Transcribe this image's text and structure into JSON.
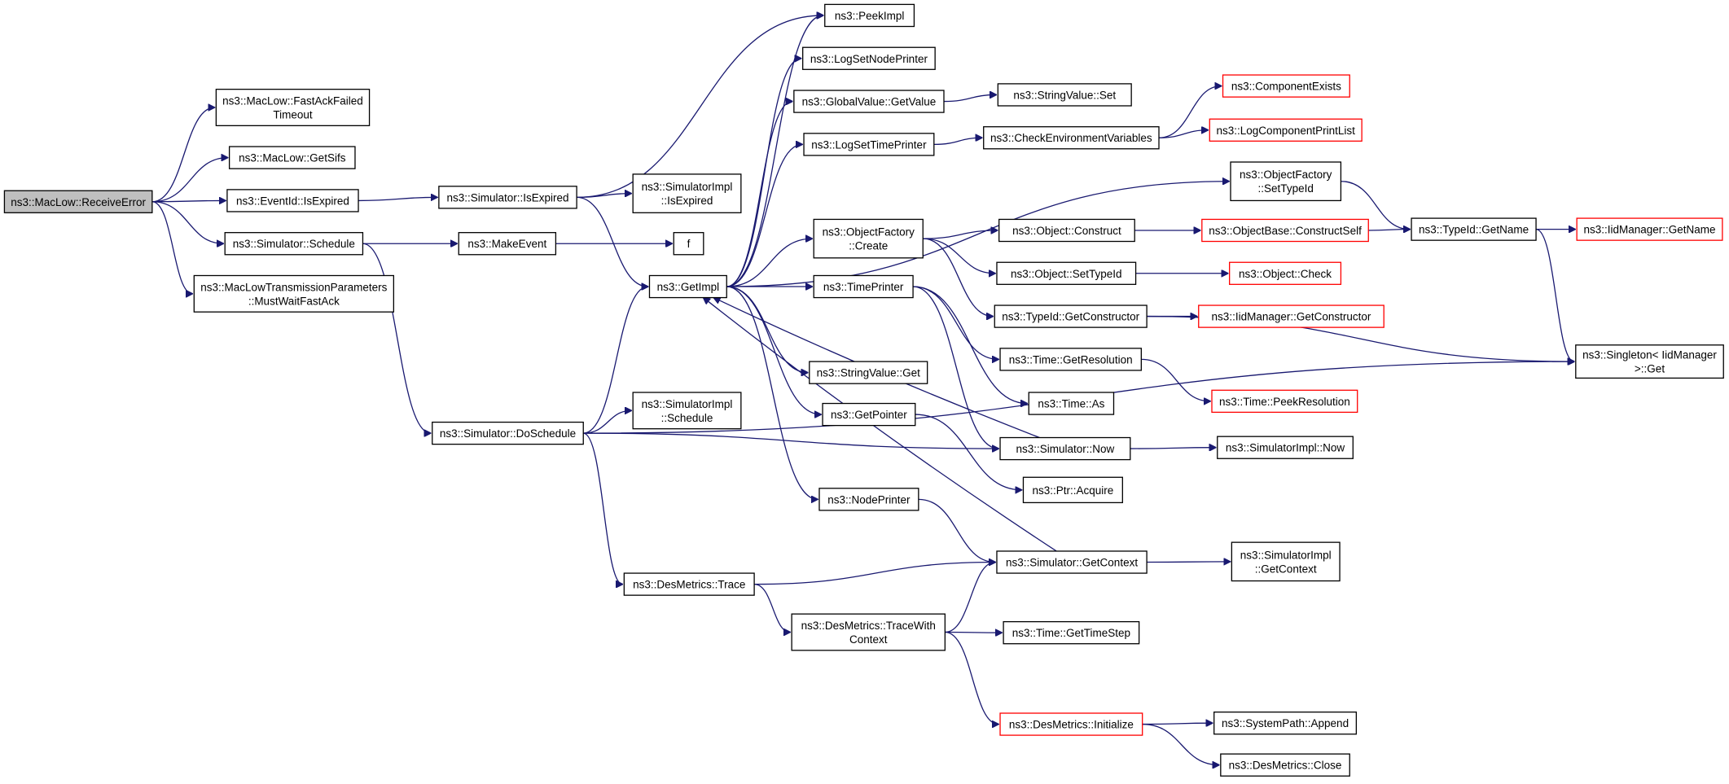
{
  "colors": {
    "edge": "#191970",
    "truncated_border": "#ff0000",
    "root_fill": "#bfbfbf"
  },
  "nodes": [
    {
      "id": "root",
      "lines": [
        "ns3::MacLow::ReceiveError"
      ],
      "kind": "root"
    },
    {
      "id": "fastack",
      "lines": [
        "ns3::MacLow::FastAckFailed",
        "Timeout"
      ]
    },
    {
      "id": "getsifs",
      "lines": [
        "ns3::MacLow::GetSifs"
      ]
    },
    {
      "id": "evexp",
      "lines": [
        "ns3::EventId::IsExpired"
      ]
    },
    {
      "id": "simsched",
      "lines": [
        "ns3::Simulator::Schedule"
      ]
    },
    {
      "id": "mustwait",
      "lines": [
        "ns3::MacLowTransmissionParameters",
        "::MustWaitFastAck"
      ]
    },
    {
      "id": "simexp",
      "lines": [
        "ns3::Simulator::IsExpired"
      ]
    },
    {
      "id": "makeev",
      "lines": [
        "ns3::MakeEvent"
      ]
    },
    {
      "id": "doschedule",
      "lines": [
        "ns3::Simulator::DoSchedule"
      ]
    },
    {
      "id": "implexp",
      "lines": [
        "ns3::SimulatorImpl",
        "::IsExpired"
      ]
    },
    {
      "id": "f",
      "lines": [
        "f"
      ]
    },
    {
      "id": "implsched",
      "lines": [
        "ns3::SimulatorImpl",
        "::Schedule"
      ]
    },
    {
      "id": "dmtrace",
      "lines": [
        "ns3::DesMetrics::Trace"
      ]
    },
    {
      "id": "getimpl",
      "lines": [
        "ns3::GetImpl"
      ]
    },
    {
      "id": "peekimpl",
      "lines": [
        "ns3::PeekImpl"
      ]
    },
    {
      "id": "logsetnode",
      "lines": [
        "ns3::LogSetNodePrinter"
      ]
    },
    {
      "id": "gvget",
      "lines": [
        "ns3::GlobalValue::GetValue"
      ]
    },
    {
      "id": "logsettime",
      "lines": [
        "ns3::LogSetTimePrinter"
      ]
    },
    {
      "id": "ofcreate",
      "lines": [
        "ns3::ObjectFactory",
        "::Create"
      ]
    },
    {
      "id": "timeprinter",
      "lines": [
        "ns3::TimePrinter"
      ]
    },
    {
      "id": "svget",
      "lines": [
        "ns3::StringValue::Get"
      ]
    },
    {
      "id": "getpointer",
      "lines": [
        "ns3::GetPointer"
      ]
    },
    {
      "id": "nodeprinter",
      "lines": [
        "ns3::NodePrinter"
      ]
    },
    {
      "id": "tracectx",
      "lines": [
        "ns3::DesMetrics::TraceWith",
        "Context"
      ]
    },
    {
      "id": "svset",
      "lines": [
        "ns3::StringValue::Set"
      ]
    },
    {
      "id": "checkenv",
      "lines": [
        "ns3::CheckEnvironmentVariables"
      ]
    },
    {
      "id": "objconstruct",
      "lines": [
        "ns3::Object::Construct"
      ]
    },
    {
      "id": "objsettid",
      "lines": [
        "ns3::Object::SetTypeId"
      ]
    },
    {
      "id": "tidgetctor",
      "lines": [
        "ns3::TypeId::GetConstructor"
      ]
    },
    {
      "id": "getres",
      "lines": [
        "ns3::Time::GetResolution"
      ]
    },
    {
      "id": "timeas",
      "lines": [
        "ns3::Time::As"
      ]
    },
    {
      "id": "simnow",
      "lines": [
        "ns3::Simulator::Now"
      ]
    },
    {
      "id": "ptracq",
      "lines": [
        "ns3::Ptr::Acquire"
      ]
    },
    {
      "id": "simgetctx",
      "lines": [
        "ns3::Simulator::GetContext"
      ]
    },
    {
      "id": "gettimestep",
      "lines": [
        "ns3::Time::GetTimeStep"
      ]
    },
    {
      "id": "dminit",
      "lines": [
        "ns3::DesMetrics::Initialize"
      ],
      "kind": "trunc"
    },
    {
      "id": "compexists",
      "lines": [
        "ns3::ComponentExists"
      ],
      "kind": "trunc"
    },
    {
      "id": "logcomplist",
      "lines": [
        "ns3::LogComponentPrintList"
      ],
      "kind": "trunc"
    },
    {
      "id": "ofsettid",
      "lines": [
        "ns3::ObjectFactory",
        "::SetTypeId"
      ]
    },
    {
      "id": "obconstself",
      "lines": [
        "ns3::ObjectBase::ConstructSelf"
      ],
      "kind": "trunc"
    },
    {
      "id": "objcheck",
      "lines": [
        "ns3::Object::Check"
      ],
      "kind": "trunc"
    },
    {
      "id": "iidgetctor",
      "lines": [
        "ns3::IidManager::GetConstructor"
      ],
      "kind": "trunc"
    },
    {
      "id": "peekres",
      "lines": [
        "ns3::Time::PeekResolution"
      ],
      "kind": "trunc"
    },
    {
      "id": "implnow",
      "lines": [
        "ns3::SimulatorImpl::Now"
      ]
    },
    {
      "id": "implgetctx",
      "lines": [
        "ns3::SimulatorImpl",
        "::GetContext"
      ]
    },
    {
      "id": "sysappend",
      "lines": [
        "ns3::SystemPath::Append"
      ]
    },
    {
      "id": "dmclose",
      "lines": [
        "ns3::DesMetrics::Close"
      ]
    },
    {
      "id": "tidgetname",
      "lines": [
        "ns3::TypeId::GetName"
      ]
    },
    {
      "id": "singleton",
      "lines": [
        "ns3::Singleton< IidManager",
        ">::Get"
      ]
    },
    {
      "id": "iidgetname",
      "lines": [
        "ns3::IidManager::GetName"
      ],
      "kind": "trunc"
    }
  ]
}
